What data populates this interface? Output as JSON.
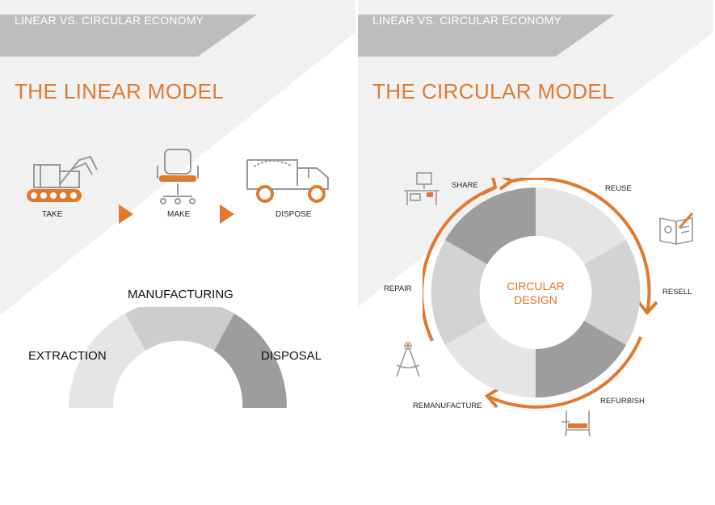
{
  "left": {
    "banner": "LINEAR VS. CIRCULAR ECONOMY",
    "title": "THE LINEAR MODEL",
    "steps": [
      "TAKE",
      "MAKE",
      "DISPOSE"
    ],
    "arc_segments": [
      "EXTRACTION",
      "MANUFACTURING",
      "DISPOSAL"
    ]
  },
  "right": {
    "banner": "LINEAR VS. CIRCULAR ECONOMY",
    "title": "THE CIRCULAR MODEL",
    "center_line1": "CIRCULAR",
    "center_line2": "DESIGN",
    "stages": [
      "SHARE",
      "REUSE",
      "RESELL",
      "REFURBISH",
      "REMANUFACTURE",
      "REPAIR"
    ]
  },
  "colors": {
    "accent": "#e2792f",
    "banner": "#bdbdbd",
    "segment_light": "#e5e5e5",
    "segment_mid": "#cdcdcd",
    "segment_dark": "#9d9d9d"
  },
  "icons": [
    "excavator-icon",
    "office-chair-icon",
    "dump-truck-icon",
    "desk-workstation-icon",
    "notebook-pencil-icon",
    "armchair-icon",
    "compass-tool-icon"
  ]
}
